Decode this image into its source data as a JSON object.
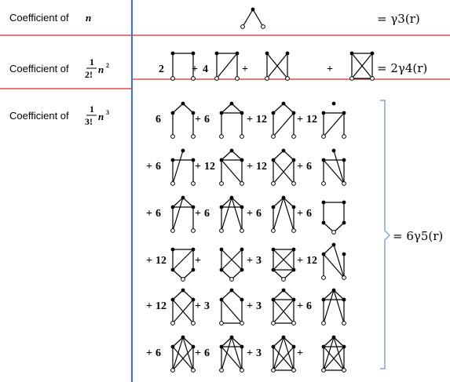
{
  "rows": [
    {
      "label": "Coefficient of",
      "factor": "",
      "power": "",
      "variable": "n",
      "terms": [
        {
          "prefix": "",
          "coef": "",
          "graph": "V"
        }
      ],
      "rhs": "= γ3(r)"
    },
    {
      "label": "Coefficient of",
      "factor": "1/2!",
      "power": "2",
      "variable": "n",
      "terms": [
        {
          "prefix": "",
          "coef": "2",
          "graph": "square-open"
        },
        {
          "prefix": "+",
          "coef": "4",
          "graph": "square-diag"
        },
        {
          "prefix": "+",
          "coef": "",
          "graph": "bowtie"
        },
        {
          "prefix": "+",
          "coef": "",
          "graph": "k4"
        }
      ],
      "rhs": "= 2γ4(r)"
    },
    {
      "label": "Coefficient of",
      "factor": "1/3!",
      "power": "3",
      "variable": "n",
      "rhs": "= 6γ5(r)",
      "lines": [
        [
          {
            "prefix": "",
            "coef": "6",
            "graph": "a"
          },
          {
            "prefix": "+",
            "coef": "6",
            "graph": "b"
          },
          {
            "prefix": "+",
            "coef": "12",
            "graph": "c"
          },
          {
            "prefix": "+",
            "coef": "12",
            "graph": "d"
          }
        ],
        [
          {
            "prefix": "+",
            "coef": "6",
            "graph": "e"
          },
          {
            "prefix": "+",
            "coef": "12",
            "graph": "f"
          },
          {
            "prefix": "+",
            "coef": "12",
            "graph": "g"
          },
          {
            "prefix": "+",
            "coef": "6",
            "graph": "h"
          }
        ],
        [
          {
            "prefix": "+",
            "coef": "6",
            "graph": "i"
          },
          {
            "prefix": "+",
            "coef": "6",
            "graph": "j"
          },
          {
            "prefix": "+",
            "coef": "6",
            "graph": "k"
          },
          {
            "prefix": "+",
            "coef": "6",
            "graph": "l"
          }
        ],
        [
          {
            "prefix": "+",
            "coef": "12",
            "graph": "m"
          },
          {
            "prefix": "+",
            "coef": "",
            "graph": "n"
          },
          {
            "prefix": "+",
            "coef": "3",
            "graph": "o"
          },
          {
            "prefix": "+",
            "coef": "12",
            "graph": "p"
          }
        ],
        [
          {
            "prefix": "+",
            "coef": "12",
            "graph": "q"
          },
          {
            "prefix": "+",
            "coef": "3",
            "graph": "r"
          },
          {
            "prefix": "+",
            "coef": "3",
            "graph": "s"
          },
          {
            "prefix": "+",
            "coef": "6",
            "graph": "t"
          }
        ],
        [
          {
            "prefix": "+",
            "coef": "6",
            "graph": "u"
          },
          {
            "prefix": "+",
            "coef": "6",
            "graph": "v"
          },
          {
            "prefix": "+",
            "coef": "3",
            "graph": "w"
          },
          {
            "prefix": "+",
            "coef": "",
            "graph": "x"
          }
        ]
      ]
    }
  ],
  "colors": {
    "divider_red": "#d9262c",
    "divider_blue": "#4a74b8",
    "brace": "#6c8fc9"
  }
}
